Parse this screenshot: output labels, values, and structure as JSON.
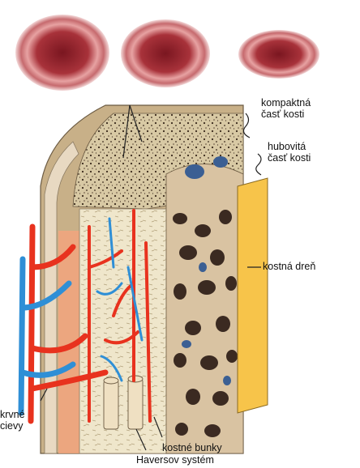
{
  "labels": {
    "compact_line1": "kompaktná",
    "compact_line2": "časť kosti",
    "spongy_line1": "hubovitá",
    "spongy_line2": "časť kosti",
    "marrow": "kostná dreň",
    "vessels_line1": "krvné",
    "vessels_line2": "cievy",
    "cells": "kostné bunky",
    "haversian": "Haversov systém"
  },
  "colors": {
    "compact_bone": "#efe5c9",
    "spongy_bone": "#ddc7a6",
    "marrow": "#f7c44a",
    "artery": "#e8321e",
    "vein": "#2f8fd6",
    "periosteum": "#f2a47e",
    "cross_section": "#a52a33"
  }
}
